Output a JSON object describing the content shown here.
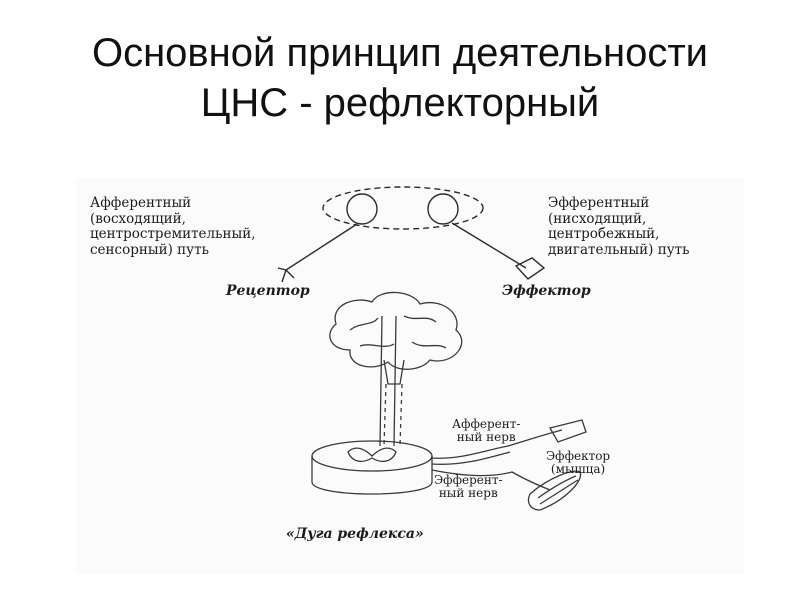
{
  "slide": {
    "title_line1": "Основной принцип деятельности",
    "title_line2": "ЦНС - рефлекторный"
  },
  "diagram": {
    "afferent_path": [
      "Афферентный",
      "(восходящий,",
      "центростремительный,",
      "сенсорный) путь"
    ],
    "efferent_path": [
      "Эфферентный",
      "(нисходящий,",
      "центробежный,",
      "двигательный) путь"
    ],
    "receptor": "Рецептор",
    "effector": "Эффектор",
    "afferent_nerve": [
      "Афферент-",
      "ный нерв"
    ],
    "effector_muscle": [
      "Эффектор",
      "(мышца)"
    ],
    "efferent_nerve": [
      "Эфферент-",
      "ный нерв"
    ],
    "caption": "«Дуга рефлекса»"
  }
}
